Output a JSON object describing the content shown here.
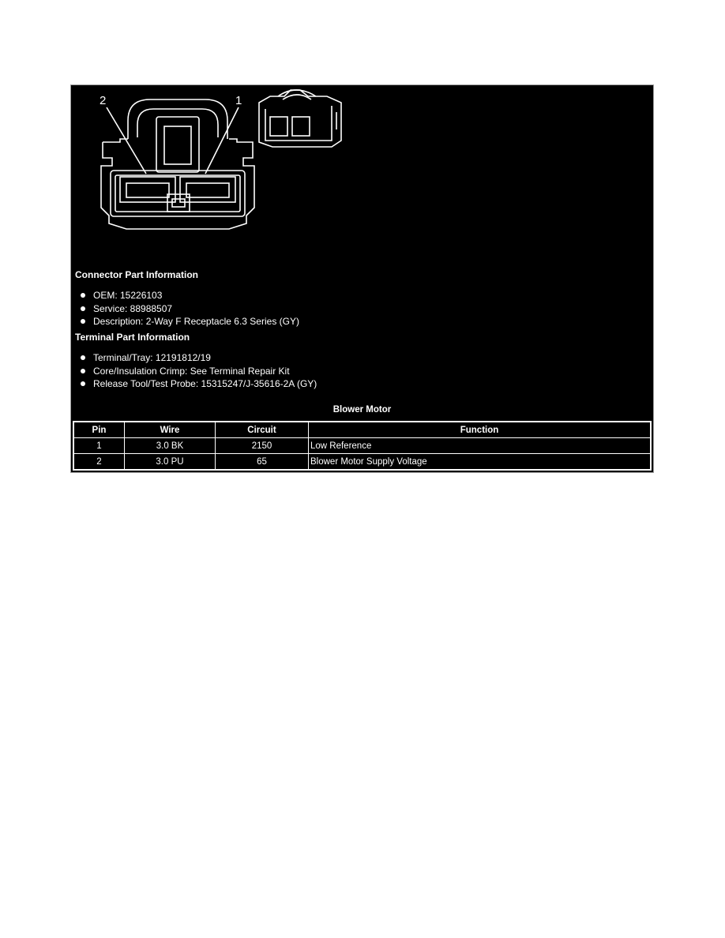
{
  "diagram": {
    "pin_label_left": "2",
    "pin_label_right": "1"
  },
  "connector_info": {
    "title": "Connector Part Information",
    "items": [
      "OEM: 15226103",
      "Service: 88988507",
      "Description: 2-Way F Receptacle 6.3 Series (GY)"
    ]
  },
  "terminal_info": {
    "title": "Terminal Part Information",
    "items": [
      "Terminal/Tray: 12191812/19",
      "Core/Insulation Crimp: See Terminal Repair Kit",
      "Release Tool/Test Probe: 15315247/J-35616-2A (GY)"
    ]
  },
  "table": {
    "title": "Blower Motor",
    "headers": [
      "Pin",
      "Wire",
      "Circuit",
      "Function"
    ],
    "rows": [
      [
        "1",
        "3.0 BK",
        "2150",
        "Low Reference"
      ],
      [
        "2",
        "3.0 PU",
        "65",
        "Blower Motor Supply Voltage"
      ]
    ]
  }
}
